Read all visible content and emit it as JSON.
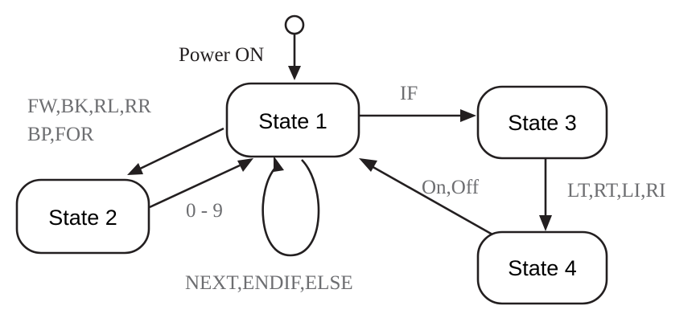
{
  "diagram": {
    "colors": {
      "stroke": "#231f20",
      "label_dark": "#231f20",
      "label_gray": "#6d6e71",
      "box_fill": "#ffffff"
    },
    "start_label": "Power ON",
    "states": [
      {
        "id": "s1",
        "label": "State 1"
      },
      {
        "id": "s2",
        "label": "State 2"
      },
      {
        "id": "s3",
        "label": "State 3"
      },
      {
        "id": "s4",
        "label": "State 4"
      }
    ],
    "transitions": [
      {
        "from": "start",
        "to": "s1",
        "label": "Power ON"
      },
      {
        "from": "s1",
        "to": "s2",
        "label_lines": [
          "FW,BK,RL,RR",
          "BP,FOR"
        ]
      },
      {
        "from": "s2",
        "to": "s1",
        "label": "0 - 9"
      },
      {
        "from": "s1",
        "to": "s1",
        "label": "NEXT,ENDIF,ELSE"
      },
      {
        "from": "s1",
        "to": "s3",
        "label": "IF"
      },
      {
        "from": "s3",
        "to": "s4",
        "label": "LT,RT,LI,RI"
      },
      {
        "from": "s4",
        "to": "s1",
        "label": "On,Off"
      }
    ]
  }
}
